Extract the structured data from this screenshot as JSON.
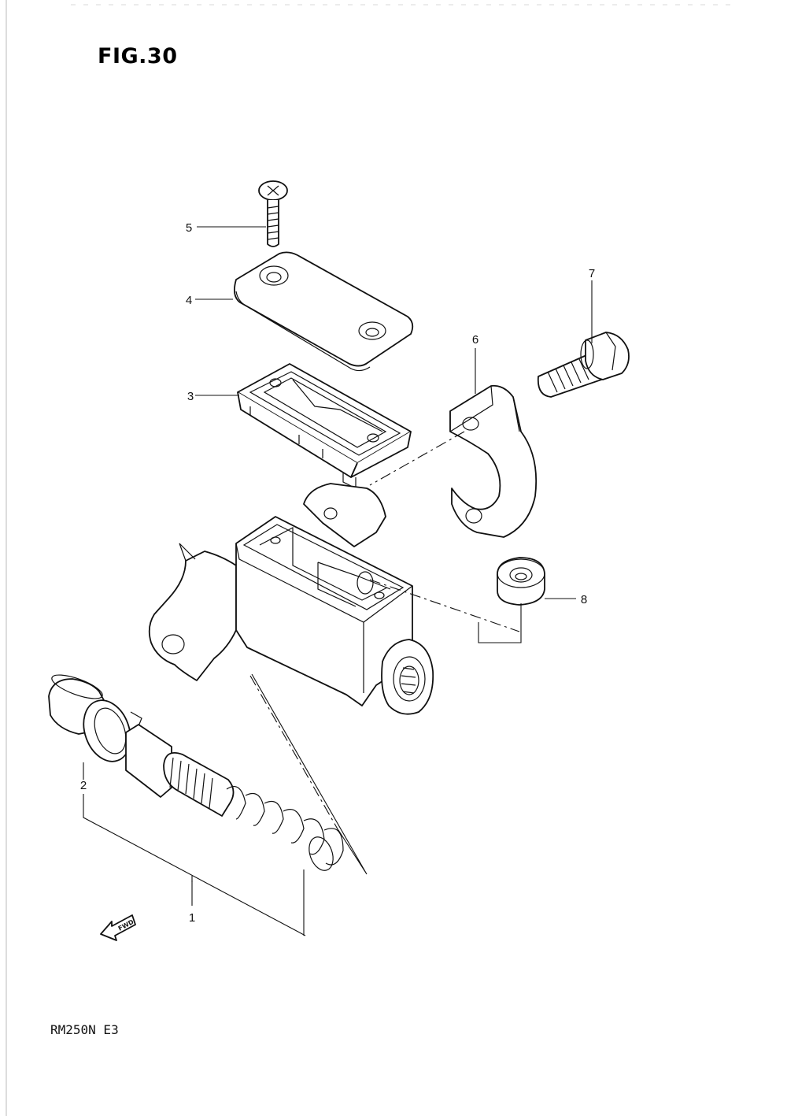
{
  "figure": {
    "title": "FIG.30",
    "model_code": "RM250N  E3",
    "fwd_label": "FWD"
  },
  "parts": [
    {
      "number": "1",
      "icon": "piston-set-icon"
    },
    {
      "number": "2",
      "icon": "circlip-icon"
    },
    {
      "number": "3",
      "icon": "diaphragm-icon"
    },
    {
      "number": "4",
      "icon": "reservoir-cap-icon"
    },
    {
      "number": "5",
      "icon": "cap-screw-icon"
    },
    {
      "number": "6",
      "icon": "holder-clamp-icon"
    },
    {
      "number": "7",
      "icon": "clamp-bolt-icon"
    },
    {
      "number": "8",
      "icon": "boot-icon"
    }
  ]
}
